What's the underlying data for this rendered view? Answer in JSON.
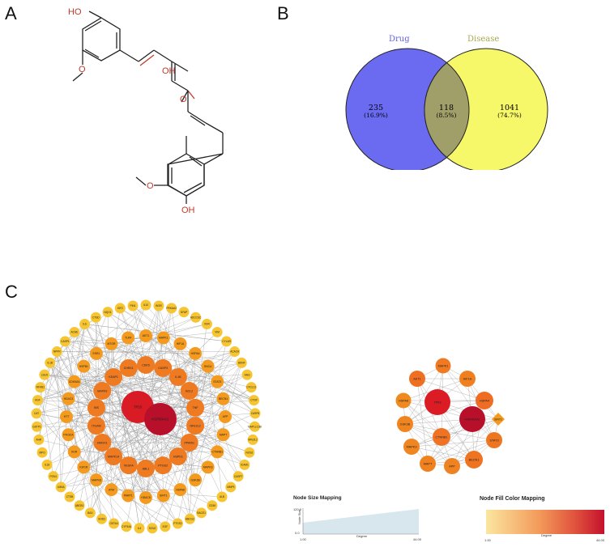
{
  "panels": {
    "a": "A",
    "b": "B",
    "c": "C"
  },
  "molecule": {
    "labels": {
      "oh_top": "HO",
      "methoxy_top": "O",
      "enol_oh": "OH",
      "ketone_o": "O",
      "methoxy_bottom": "O",
      "oh_bottom": "OH"
    }
  },
  "venn": {
    "drug_label": "Drug",
    "disease_label": "Disease",
    "drug_only": {
      "count": "235",
      "pct": "(16.9%)"
    },
    "overlap": {
      "count": "118",
      "pct": "(8.5%)"
    },
    "disease_only": {
      "count": "1041",
      "pct": "(74.7%)"
    },
    "colors": {
      "drug": "#6b6bf2",
      "disease": "#f7f76a",
      "overlap": "#a09f6a",
      "drug_text": "#6060e8",
      "disease_text": "#a8a850"
    }
  },
  "network_full": {
    "core_nodes": [
      "TP53",
      "HSP90AA1"
    ],
    "inner_nodes": [
      "AKT1",
      "MAPK1",
      "HIF1A",
      "HSPA4",
      "SNCA",
      "STAT3",
      "BECN1",
      "APP",
      "MAPT",
      "CTNNB1",
      "MAPK3",
      "GSK3B",
      "HSPA8",
      "SIRT1",
      "HDAC6",
      "PARP1",
      "ATM",
      "MAPK8",
      "IGF1R",
      "KDR",
      "PIK3CA",
      "HTT",
      "HDAC3",
      "CDKN2A",
      "HSPB1",
      "ESR1",
      "MTOR",
      "TLR4",
      "CDK5",
      "CASP3",
      "IL1B",
      "BCL2",
      "TNF",
      "NFE2L2",
      "PPARG",
      "HSPD1",
      "PTGS2",
      "ABL1",
      "VEGFA",
      "MAPK14",
      "HMOX1",
      "ITGAM",
      "INS",
      "MAPK9",
      "KEAP1",
      "CHEK1"
    ],
    "outer_nodes": [
      "IL10",
      "INSR",
      "PRKAA2",
      "GFAP",
      "ADCCSC",
      "VDR",
      "VIM",
      "CYLAR",
      "ACACA",
      "BDNF",
      "ANG",
      "CXCL12",
      "CTSP",
      "CASP8",
      "MAP1LC3B",
      "NFE2L2",
      "NOS2",
      "ICAM1",
      "CASP7",
      "MMP9",
      "ALB",
      "CD36",
      "BACE1",
      "ABCG2",
      "PTGS2",
      "EGF",
      "SCN2",
      "IL4",
      "CYP3A4",
      "GSTA4",
      "SOD2",
      "BAX",
      "ABCB1",
      "CTSB",
      "LMNA",
      "PON1",
      "IL18",
      "MPO",
      "AHR",
      "GSTP1",
      "CAT",
      "HGF",
      "NFKB1",
      "LDLR",
      "IL1B",
      "NPPR",
      "CASP1",
      "ACHE",
      "IL6",
      "CTSD",
      "NQO1",
      "IGF2",
      "PIN1"
    ]
  },
  "network_core": {
    "nodes": [
      "MAPK1",
      "AKT1",
      "HIF1A",
      "HSPA8",
      "HSPA4",
      "TP53",
      "HSP90AA1",
      "SIRT1",
      "GSK3B",
      "STAT3",
      "CTNNB1",
      "MAPK3",
      "BECN1",
      "MAPT",
      "APP"
    ]
  },
  "legend_size": {
    "title": "Node Size Mapping",
    "y_label": "Node Size",
    "x_label": "Degree",
    "y_max": "120.0",
    "y_min": "0.0",
    "x_min": "1.00",
    "x_max": "44.00"
  },
  "legend_color": {
    "title": "Node Fill Color Mapping",
    "x_label": "Degree",
    "x_min": "1.00",
    "x_max": "44.00",
    "color_low": "#fbe6a0",
    "color_high": "#c4112e"
  }
}
